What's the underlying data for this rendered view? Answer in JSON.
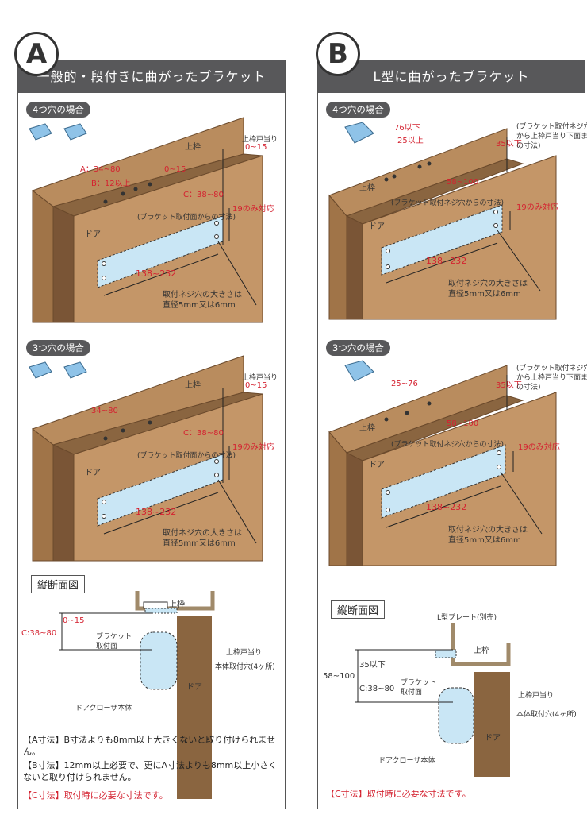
{
  "panel_a": {
    "badge": "A",
    "title": "一般的・段付きに曲がったブラケット",
    "case4": {
      "heading": "4つ穴の場合",
      "dim_a": "A：34~80",
      "dim_b": "B：12以上",
      "dim_gap": "0~15",
      "frame_label": "上枠",
      "stop_label": "上枠戸当り",
      "stop_dim": "0~15",
      "c_dim": "C：38~80",
      "c_note": "(ブラケット取付面からの寸法)",
      "only19": "19のみ対応",
      "door_label": "ドア",
      "width_dim": "138~232",
      "screw_note_1": "取付ネジ穴の大きさは",
      "screw_note_2": "直径5mm又は6mm"
    },
    "case3": {
      "heading": "3つ穴の場合",
      "dim_a": "34~80",
      "frame_label": "上枠",
      "stop_label": "上枠戸当り",
      "stop_dim": "0~15",
      "c_dim": "C：38~80",
      "c_note": "(ブラケット取付面からの寸法)",
      "only19": "19のみ対応",
      "door_label": "ドア",
      "width_dim": "138~232",
      "screw_note_1": "取付ネジ穴の大きさは",
      "screw_note_2": "直径5mm又は6mm"
    },
    "section": {
      "title": "縦断面図",
      "frame": "上枠",
      "gap": "0~15",
      "c_dim": "C:38~80",
      "bracket_1": "ブラケット",
      "bracket_2": "取付面",
      "stop": "上枠戸当り",
      "mount": "本体取付穴(4ヶ所)",
      "door": "ドア",
      "closer": "ドアクローザ本体"
    },
    "notes": [
      {
        "key": "【A寸法】",
        "text": "B寸法よりも8mm以上大きくないと取り付けられません。"
      },
      {
        "key": "【B寸法】",
        "text": "12mm以上必要で、更にA寸法よりも8mm以上小さくないと取り付けられません。"
      },
      {
        "key": "【C寸法】",
        "text": "取付時に必要な寸法です。"
      }
    ]
  },
  "panel_b": {
    "badge": "B",
    "title": "L型に曲がったブラケット",
    "case4": {
      "heading": "4つ穴の場合",
      "dim_76": "76以下",
      "dim_25": "25以上",
      "dim_35": "35以下",
      "side_note_1": "(ブラケット取付ネジ穴",
      "side_note_2": "から上枠戸当り下面まで",
      "side_note_3": "の寸法)",
      "frame_label": "上枠",
      "door_label": "ドア",
      "c_dim": "58~100",
      "c_note": "(ブラケット取付ネジ穴からの寸法)",
      "only19": "19のみ対応",
      "width_dim": "138~232",
      "screw_note_1": "取付ネジ穴の大きさは",
      "screw_note_2": "直径5mm又は6mm"
    },
    "case3": {
      "heading": "3つ穴の場合",
      "dim_25": "25~76",
      "dim_35": "35以下",
      "side_note_1": "(ブラケット取付ネジ穴",
      "side_note_2": "から上枠戸当り下面まで",
      "side_note_3": "の寸法)",
      "frame_label": "上枠",
      "door_label": "ドア",
      "c_dim": "58~100",
      "c_note": "(ブラケット取付ネジ穴からの寸法)",
      "only19": "19のみ対応",
      "width_dim": "138~232",
      "screw_note_1": "取付ネジ穴の大きさは",
      "screw_note_2": "直径5mm又は6mm"
    },
    "section": {
      "title": "縦断面図",
      "plate": "L型プレート(別売)",
      "frame": "上枠",
      "dim_35": "35以下",
      "dim_58": "58~100",
      "c_dim": "C:38~80",
      "bracket_1": "ブラケット",
      "bracket_2": "取付面",
      "stop": "上枠戸当り",
      "mount": "本体取付穴(4ヶ所)",
      "door": "ドア",
      "closer": "ドアクローザ本体"
    },
    "notes": [
      {
        "key": "【C寸法】",
        "text": "取付時に必要な寸法です。"
      }
    ]
  },
  "colors": {
    "wood": "#b98c5e",
    "wood_dark": "#8a6540",
    "plate": "#c9e6f5",
    "header": "#58585a",
    "red": "#d42230"
  }
}
